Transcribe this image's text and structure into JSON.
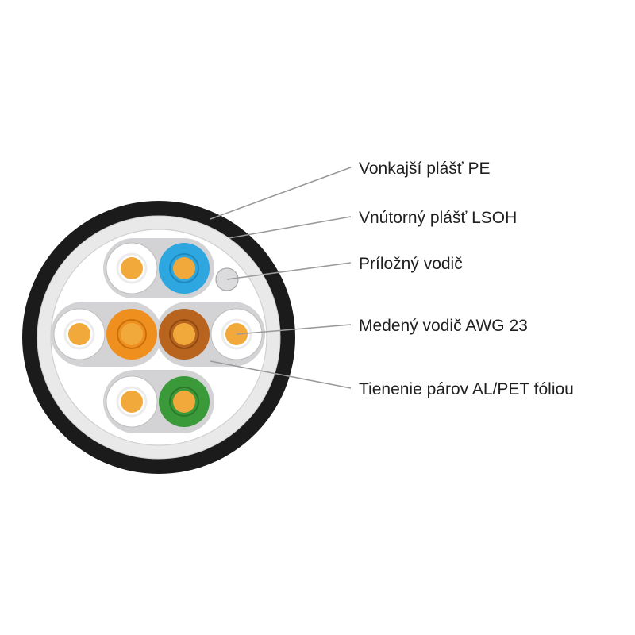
{
  "labels": {
    "outer_jacket": "Vonkajší plášť PE",
    "inner_jacket": "Vnútorný plášť LSOH",
    "drain_wire": "Príložný vodič",
    "copper_conductor": "Medený vodič AWG 23",
    "pair_shield": "Tienenie párov AL/PET fóliou"
  },
  "colors": {
    "outer_jacket": "#1b1b1b",
    "inner_jacket": "#e9e9ea",
    "foil": "#d3d3d5",
    "conductor": "#f2a93b",
    "pair_blue": "#2ea6e0",
    "pair_orange": "#ef8f1e",
    "pair_brown": "#b8631e",
    "pair_green": "#3a9a3a",
    "stripe_white": "#ffffff",
    "leader_line": "#9a9a9a"
  },
  "pairs": [
    {
      "name": "blue-pair",
      "color": "pair_blue"
    },
    {
      "name": "orange-pair",
      "color": "pair_orange"
    },
    {
      "name": "brown-pair",
      "color": "pair_brown"
    },
    {
      "name": "green-pair",
      "color": "pair_green"
    }
  ]
}
